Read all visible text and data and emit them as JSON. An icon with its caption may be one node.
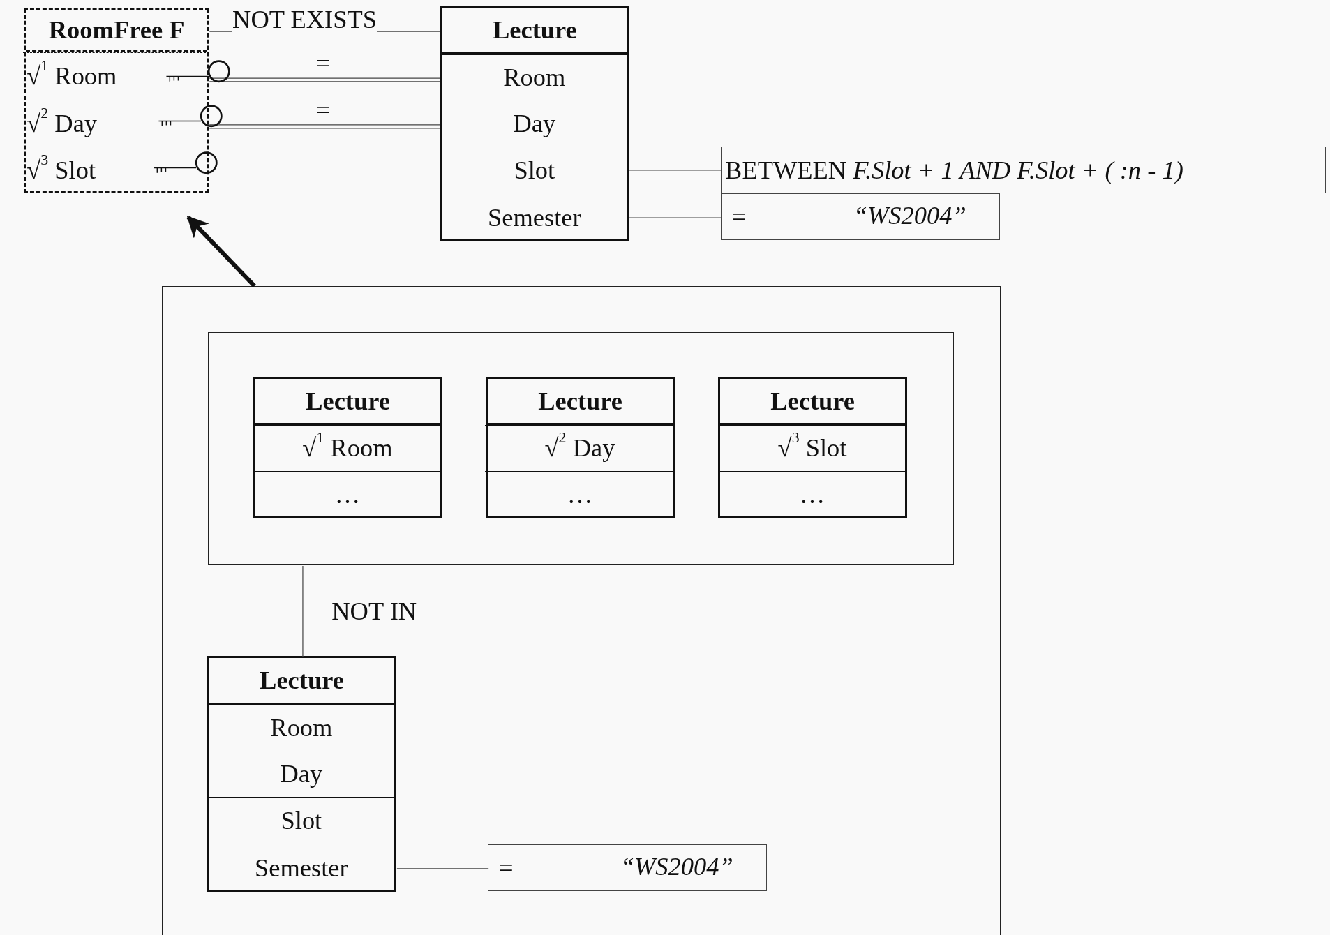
{
  "diagram": {
    "nodes": [
      {
        "text": [
          "RoomFree F"
        ]
      },
      {
        "text": [
          "√$^{1}$ Room"
        ],
        "in": 0
      },
      {
        "text": [
          "√$^{2}$ Day"
        ],
        "in": 0
      },
      {
        "text": [
          "√$^{3}$ Slot"
        ],
        "in": 0
      },
      {
        "text": [
          "Lecture"
        ]
      },
      {
        "text": [
          "Room"
        ],
        "in": 4
      },
      {
        "text": [
          "Day"
        ],
        "in": 4
      },
      {
        "text": [
          "Slot"
        ],
        "in": 4
      },
      {
        "text": [
          "Semester"
        ],
        "in": 4
      },
      {
        "text": [
          "BETWEEN *F.Slot + 1 AND F.Slot + ( :n - 1)*"
        ]
      },
      {
        "text": [
          "=",
          "“WS2004”"
        ]
      },
      {
        "text": [],
        "shape": "box"
      },
      {
        "text": [],
        "shape": "box",
        "in": 11
      },
      {
        "text": [
          "Lecture"
        ],
        "in": 12
      },
      {
        "text": [
          "√$^{1}$ Room"
        ],
        "in": 13
      },
      {
        "text": [
          "…"
        ],
        "in": 13
      },
      {
        "text": [
          "Lecture"
        ],
        "in": 12
      },
      {
        "text": [
          "√$^{2}$ Day"
        ],
        "in": 16
      },
      {
        "text": [
          "…"
        ],
        "in": 16
      },
      {
        "text": [
          "Lecture"
        ],
        "in": 12
      },
      {
        "text": [
          "√$^{3}$ Slot"
        ],
        "in": 19
      },
      {
        "text": [
          "…"
        ],
        "in": 19
      },
      {
        "text": [
          "Lecture"
        ],
        "in": 11
      },
      {
        "text": [
          "Room"
        ],
        "in": 22
      },
      {
        "text": [
          "Day"
        ],
        "in": 22
      },
      {
        "text": [
          "Slot"
        ],
        "in": 22
      },
      {
        "text": [
          "Semester"
        ],
        "in": 22
      },
      {
        "text": [
          "=",
          "“WS2004”"
        ],
        "in": 11
      }
    ],
    "edges": [
      {
        "from": 0,
        "to": 4,
        "arrow": "none",
        "label": "NOT EXISTS"
      },
      {
        "from": 1,
        "to": 5,
        "arrow": "none",
        "label": "="
      },
      {
        "from": 2,
        "to": 6,
        "arrow": "none",
        "label": "="
      },
      {
        "from": 7,
        "to": 9,
        "arrow": "none"
      },
      {
        "from": 8,
        "to": 10,
        "arrow": "none"
      },
      {
        "from": 11,
        "to": 0,
        "arrow": "to",
        "style": "thick"
      },
      {
        "from": 12,
        "to": 22,
        "arrow": "none",
        "label": "NOT IN"
      },
      {
        "from": 26,
        "to": 27,
        "arrow": "none"
      }
    ]
  }
}
